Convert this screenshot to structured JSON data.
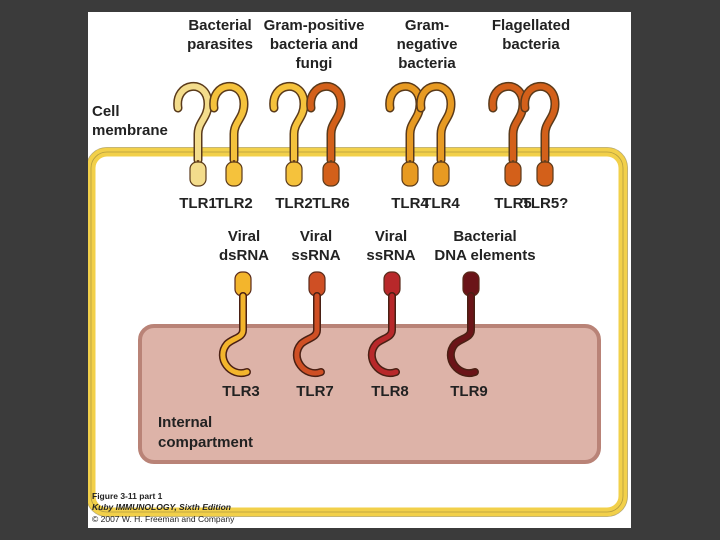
{
  "ligands_top": [
    {
      "lines": [
        "Bacterial",
        "parasites"
      ]
    },
    {
      "lines": [
        "Gram-positive",
        "bacteria and",
        "fungi"
      ]
    },
    {
      "lines": [
        "Gram-",
        "negative",
        "bacteria"
      ]
    },
    {
      "lines": [
        "Flagellated",
        "bacteria"
      ]
    }
  ],
  "cell_membrane_label": [
    "Cell",
    "membrane"
  ],
  "surface_receptors": [
    {
      "label": "TLR1",
      "color": "#f3dc8c"
    },
    {
      "label": "TLR2",
      "color": "#f5c23c"
    },
    {
      "label": "TLR2",
      "color": "#f5c23c"
    },
    {
      "label": "TLR6",
      "color": "#d3601a"
    },
    {
      "label": "TLR4",
      "color": "#e79a22"
    },
    {
      "label": "TLR4",
      "color": "#e79a22"
    },
    {
      "label": "TLR5",
      "color": "#d3601a"
    },
    {
      "label": "TLR5?",
      "color": "#d3601a"
    }
  ],
  "ligands_internal": [
    {
      "lines": [
        "Viral",
        "dsRNA"
      ]
    },
    {
      "lines": [
        "Viral",
        "ssRNA"
      ]
    },
    {
      "lines": [
        "Viral",
        "ssRNA"
      ]
    },
    {
      "lines": [
        "Bacterial",
        "DNA elements"
      ]
    }
  ],
  "internal_receptors": [
    {
      "label": "TLR3",
      "color": "#f3b52c"
    },
    {
      "label": "TLR7",
      "color": "#cf4f24"
    },
    {
      "label": "TLR8",
      "color": "#b8282a"
    },
    {
      "label": "TLR9",
      "color": "#6b1418"
    }
  ],
  "internal_compartment_label": [
    "Internal",
    "compartment"
  ],
  "caption": {
    "figure": "Figure 3-11 part 1",
    "book": "Kuby IMMUNOLOGY, Sixth Edition",
    "copyright": "© 2007 W. H. Freeman and Company"
  },
  "colors": {
    "membrane": "#f2d04a",
    "compartment_fill": "#ddb3a8",
    "compartment_border": "#b98377",
    "stem": "#7a4a1e"
  }
}
